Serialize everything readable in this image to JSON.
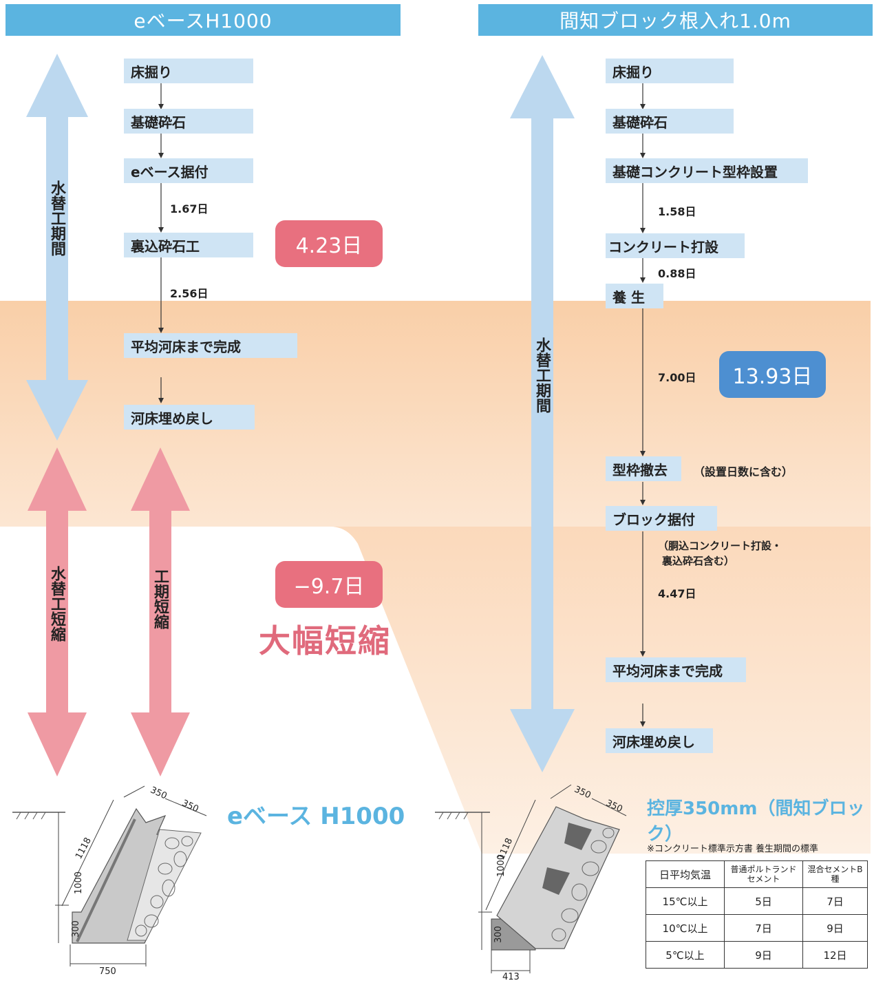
{
  "left_header": "eベースH1000",
  "right_header": "間知ブロック根入れ1.0m",
  "left_steps": [
    "床掘り",
    "基礎砕石",
    "eベース据付",
    "裏込砕石工",
    "平均河床まで完成",
    "河床埋め戻し"
  ],
  "left_durations": [
    "1.67日",
    "2.56日"
  ],
  "left_total": "4.23日",
  "left_period_label": "水替工期間",
  "reduction": {
    "days": "−9.7日",
    "text": "大幅短縮",
    "label_water": "水替工短縮",
    "label_period": "工期短縮"
  },
  "right_steps": [
    "床掘り",
    "基礎砕石",
    "基礎コンクリート型枠設置",
    "コンクリート打設",
    "養 生",
    "型枠撤去",
    "ブロック据付",
    "平均河床まで完成",
    "河床埋め戻し"
  ],
  "right_formwork_note": "（設置日数に含む）",
  "right_block_note_1": "（胴込コンクリート打設・",
  "right_block_note_2": "裏込砕石含む）",
  "right_durations": [
    "1.58日",
    "0.88日",
    "7.00日",
    "4.47日"
  ],
  "right_total": "13.93日",
  "right_period_label": "水替工期間",
  "left_section": {
    "title": "eベース H1000",
    "dims": [
      "350",
      "350",
      "1118",
      "1000",
      "300",
      "750"
    ]
  },
  "right_section": {
    "title": "控厚350mm（間知ブロック）",
    "dims": [
      "350",
      "350",
      "1118",
      "1000",
      "300",
      "413"
    ]
  },
  "curing_table": {
    "note": "※コンクリート標準示方書 養生期間の標準",
    "headers": [
      "日平均気温",
      "普通ポルトランドセメント",
      "混合セメントB種"
    ],
    "rows": [
      [
        "15℃以上",
        "5日",
        "7日"
      ],
      [
        "10℃以上",
        "7日",
        "9日"
      ],
      [
        "5℃以上",
        "9日",
        "12日"
      ]
    ]
  },
  "colors": {
    "header_blue": "#5bb4e0",
    "step_box": "#cfe4f4",
    "peach_band": "#fbd9b8",
    "pink_badge": "#e8707f",
    "blue_badge": "#4d8fd1",
    "arrow_blue": "#bcd8ef",
    "arrow_pink": "#ef9aa3"
  }
}
